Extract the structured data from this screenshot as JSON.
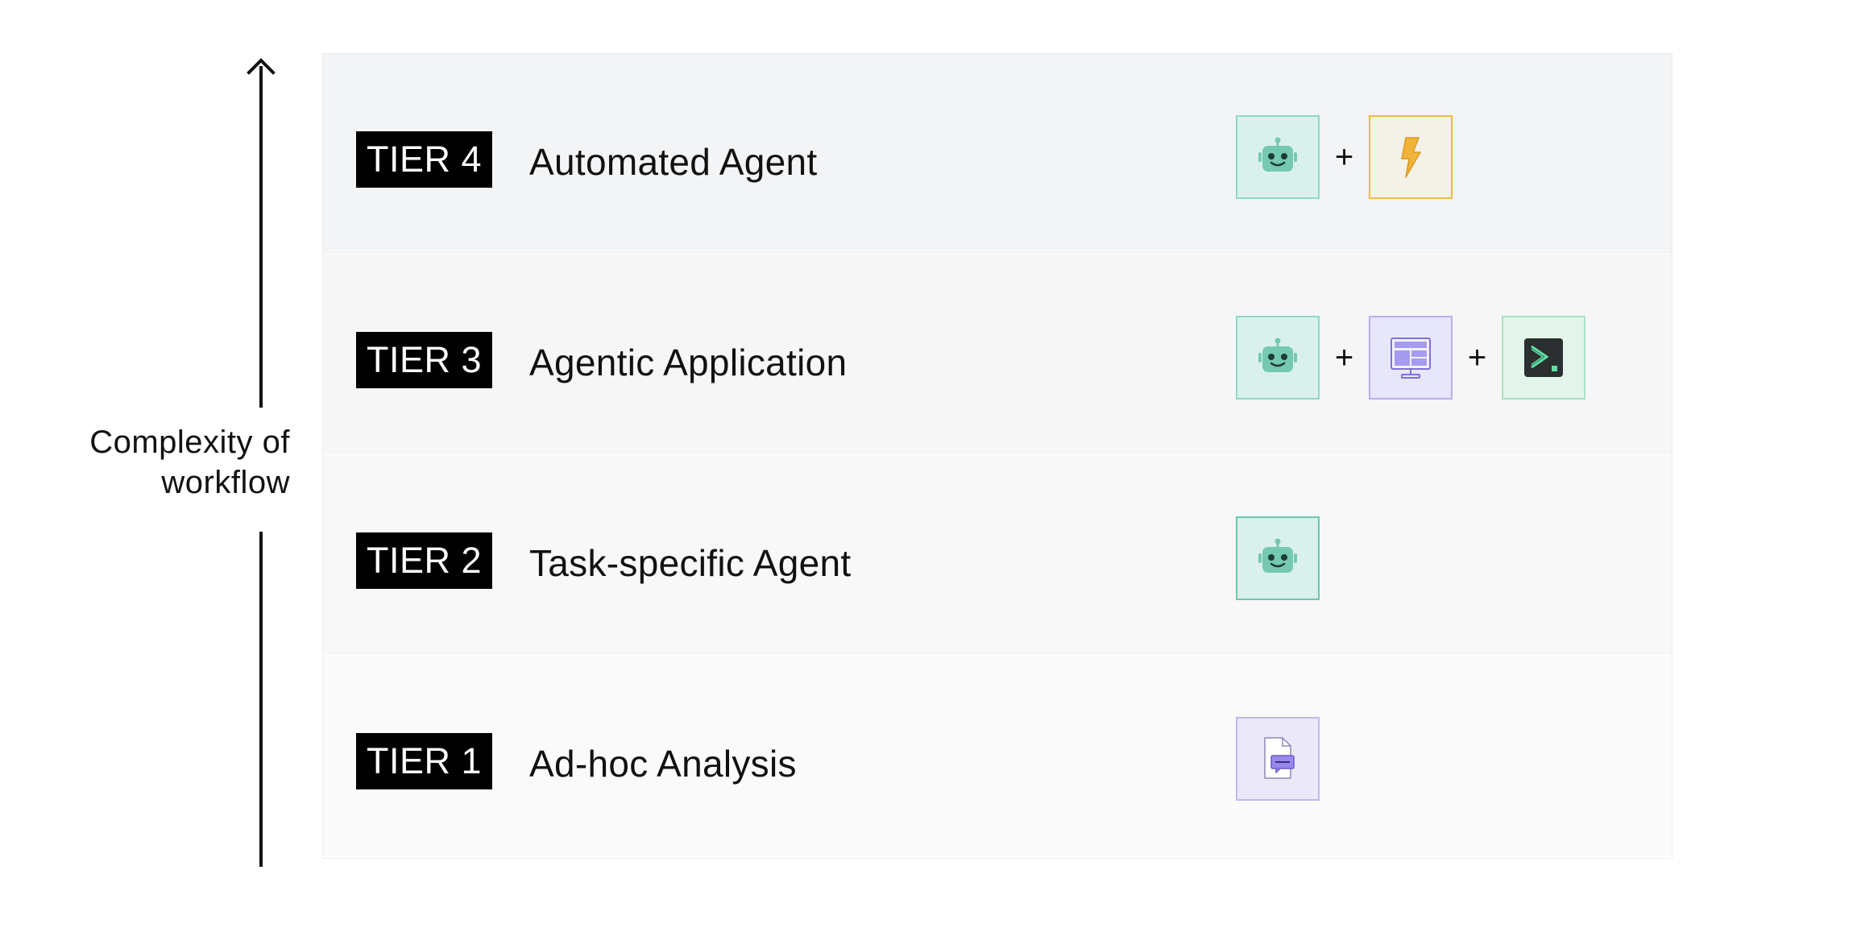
{
  "axis": {
    "label_line1": "Complexity of",
    "label_line2": "workflow"
  },
  "tiers": [
    {
      "badge": "TIER 4",
      "title": "Automated Agent",
      "icons": [
        "robot-icon",
        "lightning-icon"
      ]
    },
    {
      "badge": "TIER 3",
      "title": "Agentic Application",
      "icons": [
        "robot-icon",
        "app-window-icon",
        "terminal-icon"
      ]
    },
    {
      "badge": "TIER 2",
      "title": "Task-specific Agent",
      "icons": [
        "robot-icon"
      ]
    },
    {
      "badge": "TIER 1",
      "title": "Ad-hoc Analysis",
      "icons": [
        "document-chat-icon"
      ]
    }
  ],
  "plus_symbol": "+",
  "colors": {
    "badge_bg": "#000000",
    "robot": "#74c9b0",
    "lightning": "#f2b33a",
    "app": "#a59bef",
    "terminal_bg": "#2b2f30",
    "terminal_accent": "#5ee0a3",
    "doc_accent": "#9a88ef"
  }
}
